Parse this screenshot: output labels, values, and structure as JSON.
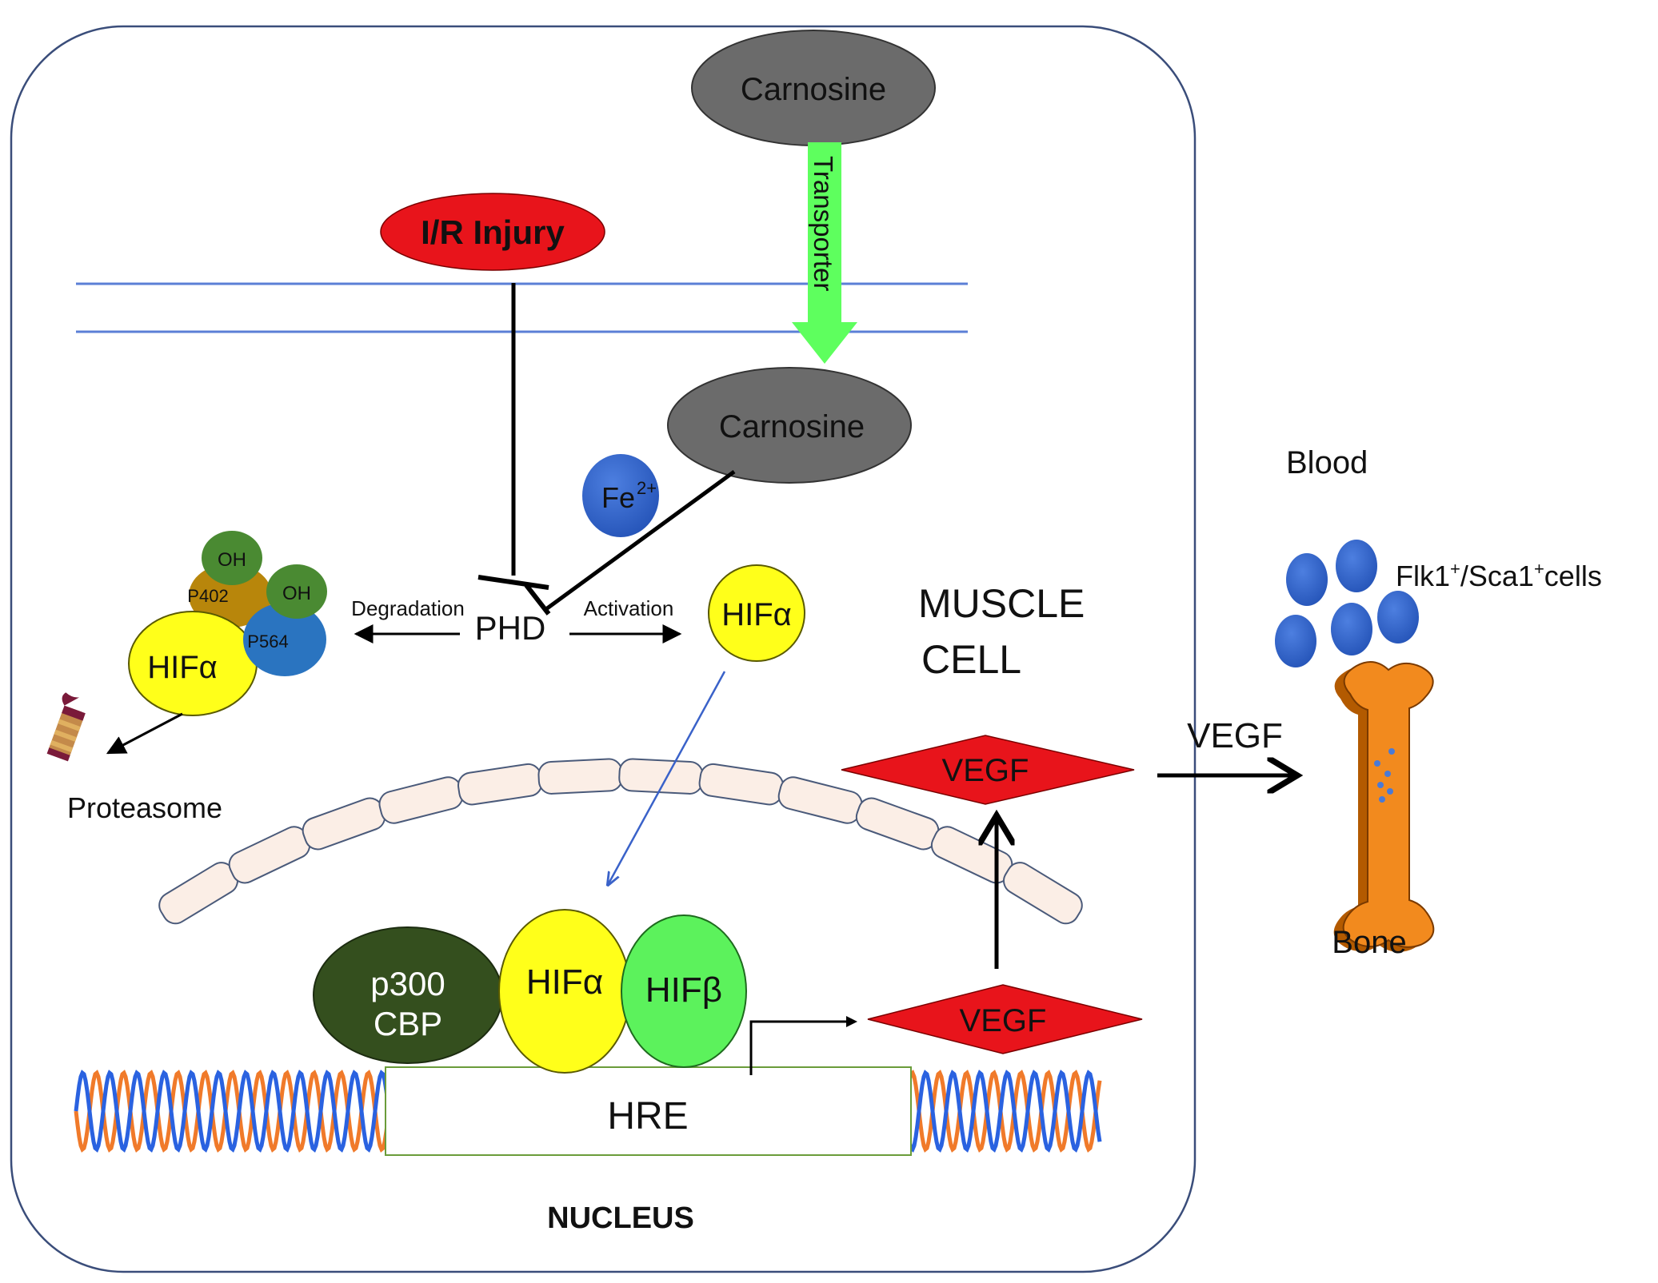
{
  "labels": {
    "carnosine_outside": "Carnosine",
    "carnosine_inside": "Carnosine",
    "transporter": "Transporter",
    "ir_injury": "I/R Injury",
    "fe_base": "Fe",
    "fe_sup": "2+",
    "phd": "PHD",
    "degradation": "Degradation",
    "activation": "Activation",
    "hif_alpha_free": "HIFα",
    "hif_alpha_complex": "HIFα",
    "p402": "P402",
    "p564": "P564",
    "oh_1": "OH",
    "oh_2": "OH",
    "proteasome": "Proteasome",
    "muscle_cell_line1": "MUSCLE",
    "muscle_cell_line2": "CELL",
    "vegf_upper": "VEGF",
    "vegf_lower": "VEGF",
    "vegf_arrow": "VEGF",
    "p300_line1": "p300",
    "p300_line2": "CBP",
    "hif_alpha_nuclear": "HIFα",
    "hif_beta": "HIFβ",
    "hre": "HRE",
    "nucleus": "NUCLEUS",
    "blood": "Blood",
    "flk_a": "Flk1",
    "flk_sup1": "+",
    "flk_b": "/Sca1",
    "flk_sup2": "+",
    "flk_c": "cells",
    "bone": "Bone"
  },
  "colors": {
    "carnosine": "#6b6b6b",
    "ir_injury": "#e8141b",
    "transporter": "#5eff5e",
    "fe": "#3b62c4",
    "hif_alpha": "#ffff1a",
    "hif_beta": "#5cf25c",
    "p300": "#344f1e",
    "oh": "#4a8a32",
    "p402": "#b8860b",
    "p564": "#2a74c0",
    "vegf": "#e8141b",
    "membrane": "#6f8fe6",
    "dna_orange": "#f07a2a",
    "dna_blue": "#2a62e0",
    "bone": "#f28a1e",
    "blood_cells": "#2f62c8",
    "nuclear_envelope": "#fbeee6"
  }
}
